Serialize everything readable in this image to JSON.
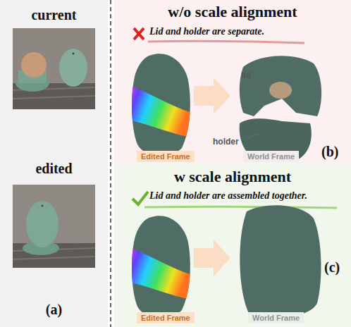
{
  "diagram": {
    "nodes": [
      {
        "text": [
          "current",
          "edited",
          "(a)"
        ]
      },
      {
        "text": [
          "w/o scale alignment",
          "Lid and holder are separate.",
          "(b)"
        ]
      },
      {
        "text": [
          "Edited Frame"
        ],
        "in": 1
      },
      {
        "text": [
          "World Frame"
        ],
        "in": 1
      },
      {
        "text": [
          "w scale alignment",
          "Lid and holder are assembled together.",
          "(c)"
        ]
      },
      {
        "text": [
          "Edited Frame"
        ],
        "in": 4
      },
      {
        "text": [
          "World Frame"
        ],
        "in": 4
      }
    ],
    "labels": [
      "lid",
      "holder"
    ]
  }
}
